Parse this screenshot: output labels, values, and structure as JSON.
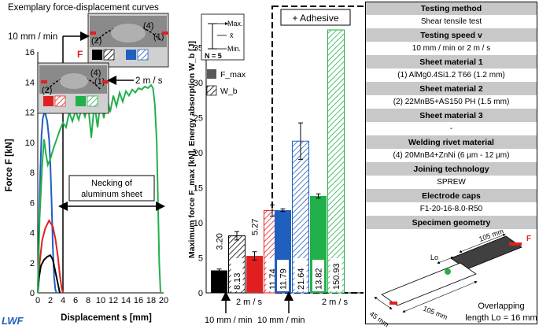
{
  "left_chart": {
    "title": "Exemplary force-displacement curves",
    "ylabel": "Force F [kN]",
    "xlabel": "Displacement s [mm]",
    "speed_10": "10 mm / min",
    "speed_2": "2 m / s",
    "necking_line1": "Necking of",
    "necking_line2": "aluminum sheet",
    "legend_bold_f": "F",
    "photo_labels": {
      "p1": "(1)",
      "p2": "(2)",
      "p4": "(4)"
    },
    "logo": "LWF"
  },
  "chart_data": [
    {
      "type": "line",
      "title": "Exemplary force-displacement curves",
      "xlabel": "Displacement s [mm]",
      "ylabel": "Force F [kN]",
      "xlim": [
        0,
        20
      ],
      "ylim": [
        0,
        16
      ],
      "xticks": [
        0,
        2,
        4,
        6,
        8,
        10,
        12,
        14,
        16,
        18,
        20
      ],
      "yticks": [
        0,
        2,
        4,
        6,
        8,
        10,
        12,
        14,
        16
      ],
      "series": [
        {
          "color": "#1f5fbf",
          "points": [
            [
              0,
              0
            ],
            [
              0.2,
              4
            ],
            [
              0.4,
              8
            ],
            [
              0.6,
              10.5
            ],
            [
              0.8,
              11.6
            ],
            [
              1.0,
              11.9
            ],
            [
              1.2,
              11.9
            ],
            [
              1.5,
              11.4
            ],
            [
              1.8,
              10.2
            ],
            [
              2.0,
              8.5
            ],
            [
              2.2,
              6
            ],
            [
              2.4,
              3
            ],
            [
              2.6,
              1
            ],
            [
              2.8,
              0.2
            ],
            [
              3.0,
              0
            ]
          ]
        },
        {
          "color": "#e02020",
          "points": [
            [
              0,
              0
            ],
            [
              0.3,
              2
            ],
            [
              0.7,
              3.5
            ],
            [
              1.2,
              4.3
            ],
            [
              1.8,
              4.8
            ],
            [
              2.4,
              4.4
            ],
            [
              2.8,
              3.6
            ],
            [
              3.2,
              2.4
            ],
            [
              3.5,
              1.2
            ],
            [
              3.8,
              0.3
            ],
            [
              4.0,
              0
            ]
          ]
        },
        {
          "color": "#000000",
          "points": [
            [
              0,
              0
            ],
            [
              0.2,
              1
            ],
            [
              0.5,
              1.8
            ],
            [
              1.0,
              2.2
            ],
            [
              1.5,
              2.4
            ],
            [
              2.0,
              2.5
            ],
            [
              2.4,
              2.2
            ],
            [
              2.7,
              1.6
            ],
            [
              3.0,
              1.0
            ],
            [
              3.3,
              0.4
            ],
            [
              3.5,
              0
            ]
          ]
        },
        {
          "color": "#22b04b",
          "points": [
            [
              0,
              0
            ],
            [
              0.3,
              5
            ],
            [
              0.7,
              8.5
            ],
            [
              1.0,
              10.2
            ],
            [
              1.3,
              9.2
            ],
            [
              1.6,
              8.5
            ],
            [
              2.0,
              8.9
            ],
            [
              2.5,
              9.6
            ],
            [
              3.0,
              10.2
            ],
            [
              3.5,
              10.8
            ],
            [
              4.0,
              11.3
            ],
            [
              4.5,
              11.0
            ],
            [
              5.0,
              12.0
            ],
            [
              5.5,
              11.4
            ],
            [
              6.0,
              12.1
            ],
            [
              6.5,
              11.5
            ],
            [
              7.0,
              12.3
            ],
            [
              7.5,
              11.7
            ],
            [
              8.0,
              12.5
            ],
            [
              8.5,
              10.3
            ],
            [
              9.0,
              12.6
            ],
            [
              9.5,
              11.0
            ],
            [
              10.0,
              12.8
            ],
            [
              10.5,
              11.6
            ],
            [
              11.0,
              13.0
            ],
            [
              11.5,
              12.0
            ],
            [
              12.0,
              13.1
            ],
            [
              12.5,
              12.4
            ],
            [
              13.0,
              13.3
            ],
            [
              13.5,
              12.7
            ],
            [
              14.0,
              13.4
            ],
            [
              14.5,
              13.1
            ],
            [
              15.0,
              13.5
            ],
            [
              15.5,
              13.3
            ],
            [
              16.0,
              13.6
            ],
            [
              16.5,
              13.5
            ],
            [
              17.0,
              13.7
            ],
            [
              17.5,
              13.6
            ],
            [
              18.0,
              13.8
            ],
            [
              18.3,
              13.6
            ],
            [
              18.6,
              12.5
            ],
            [
              18.9,
              10
            ],
            [
              19.1,
              6
            ],
            [
              19.3,
              2
            ],
            [
              19.5,
              0
            ]
          ]
        }
      ],
      "annotations": [
        "10 mm / min",
        "2 m / s",
        "Necking of aluminum sheet"
      ]
    },
    {
      "type": "bar",
      "ylabel": "Maximum force F_max [kN], Energy absorption W_b [J]",
      "ylim": [
        0,
        37.5
      ],
      "yticks": [
        0,
        5,
        10,
        15,
        20,
        25,
        30,
        35
      ],
      "legend": [
        {
          "label": "F_max",
          "pattern": "solid"
        },
        {
          "label": "W_b",
          "pattern": "hatched"
        }
      ],
      "groups": [
        {
          "label": "10 mm / min",
          "bars": [
            {
              "color": "#000000",
              "metric": "F_max",
              "value": 3.2,
              "error": 0.2
            },
            {
              "color": "#000000",
              "metric": "W_b",
              "value": 8.13,
              "error": 0.6
            },
            {
              "color": "#e02020",
              "metric": "F_max",
              "value": 5.27,
              "error": 0.6
            },
            {
              "color": "#e02020",
              "metric": "W_b",
              "value": 11.74,
              "error": 0.8
            }
          ]
        },
        {
          "label": "2 m / s",
          "bars": [
            {
              "color": "#1f5fbf",
              "metric": "F_max",
              "value": 11.79,
              "error": 0.2
            },
            {
              "color": "#1f5fbf",
              "metric": "W_b",
              "value": 21.64,
              "error": 2.6
            },
            {
              "color": "#22b04b",
              "metric": "F_max",
              "value": 13.82,
              "error": 0.3
            },
            {
              "color": "#22b04b",
              "metric": "W_b",
              "value": 150.93,
              "error": 0
            }
          ]
        }
      ],
      "adhesive_label": "+ Adhesive",
      "stat_key": {
        "max": "Max.",
        "mean": "x̄",
        "min": "Min.",
        "n": "N = 5"
      },
      "x_labels": [
        "10 mm / min",
        "10 mm / min",
        "2 m / s",
        "2 m / s"
      ]
    }
  ],
  "table": {
    "rows": [
      {
        "h": "Testing method",
        "v": "Shear tensile test"
      },
      {
        "h": "Testing speed v",
        "v": "10 mm / min or 2 m / s"
      },
      {
        "h": "Sheet material 1",
        "v": "(1) AlMg0.4Si1.2 T66 (1.2 mm)"
      },
      {
        "h": "Sheet material 2",
        "v": "(2) 22MnB5+AS150 PH (1.5 mm)"
      },
      {
        "h": "Sheet material 3",
        "v": "-"
      },
      {
        "h": "Welding rivet material",
        "v": "(4) 20MnB4+ZnNi (6 µm - 12 µm)"
      },
      {
        "h": "Joining technology",
        "v": "SPREW"
      },
      {
        "h": "Electrode caps",
        "v": "F1-20-16-8.0-R50"
      }
    ],
    "specimen_header": "Specimen geometry",
    "specimen": {
      "dim_105_top": "105 mm",
      "dim_105_bottom": "105 mm",
      "dim_45": "45 mm",
      "lo": "Lo",
      "f_label": "F",
      "overlap_line1": "Overlapping",
      "overlap_line2": "length Lo = 16 mm"
    }
  }
}
